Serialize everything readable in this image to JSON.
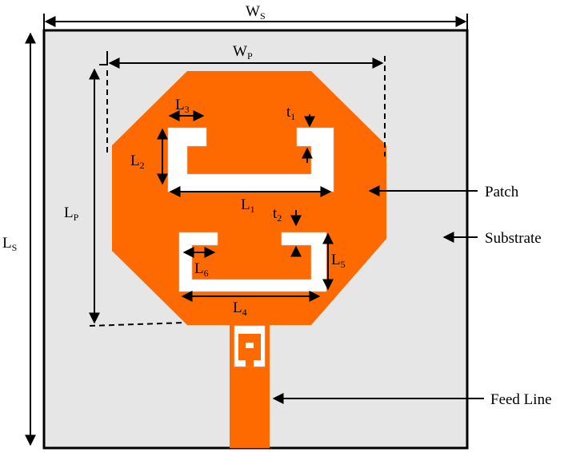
{
  "dimensions": {
    "ws": {
      "main": "W",
      "sub": "S"
    },
    "wp": {
      "main": "W",
      "sub": "P"
    },
    "ls": {
      "main": "L",
      "sub": "S"
    },
    "lp": {
      "main": "L",
      "sub": "P"
    },
    "l1": {
      "main": "L",
      "sub": "1"
    },
    "l2": {
      "main": "L",
      "sub": "2"
    },
    "l3": {
      "main": "L",
      "sub": "3"
    },
    "l4": {
      "main": "L",
      "sub": "4"
    },
    "l5": {
      "main": "L",
      "sub": "5"
    },
    "l6": {
      "main": "L",
      "sub": "6"
    },
    "t1": {
      "main": "t",
      "sub": "1"
    },
    "t2": {
      "main": "t",
      "sub": "2"
    }
  },
  "callouts": {
    "patch": "Patch",
    "substrate": "Substrate",
    "feed_line": "Feed Line"
  },
  "colors": {
    "substrate": "#e6e6e6",
    "patch": "#ff6a00",
    "slot": "#ffffff",
    "line": "#000000"
  }
}
